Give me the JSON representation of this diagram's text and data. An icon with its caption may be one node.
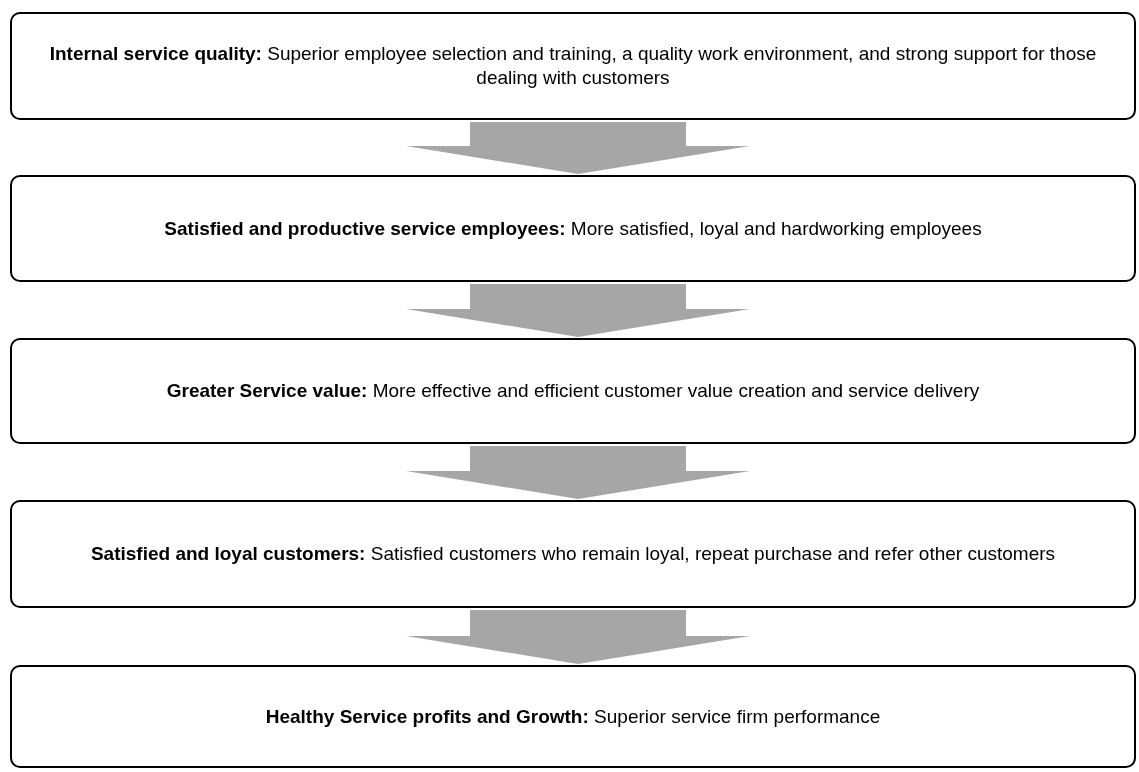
{
  "diagram": {
    "nodes": [
      {
        "text": [
          "**Internal service quality:** Superior employee selection and training, a quality work environment, and strong support for those dealing with customers"
        ]
      },
      {
        "text": [
          "**Satisfied and productive service employees:** More satisfied, loyal and hardworking employees"
        ]
      },
      {
        "text": [
          "**Greater Service value:** More effective and efficient customer value creation and service delivery"
        ]
      },
      {
        "text": [
          "**Satisfied and loyal customers:** Satisfied customers who remain loyal, repeat purchase and refer other customers"
        ]
      },
      {
        "text": [
          "**Healthy Service profits and Growth:** Superior service firm performance"
        ]
      }
    ],
    "edges": [
      {
        "from": 0,
        "to": 1,
        "arrow": "to"
      },
      {
        "from": 1,
        "to": 2,
        "arrow": "to"
      },
      {
        "from": 2,
        "to": 3,
        "arrow": "to"
      },
      {
        "from": 3,
        "to": 4,
        "arrow": "to"
      }
    ]
  }
}
